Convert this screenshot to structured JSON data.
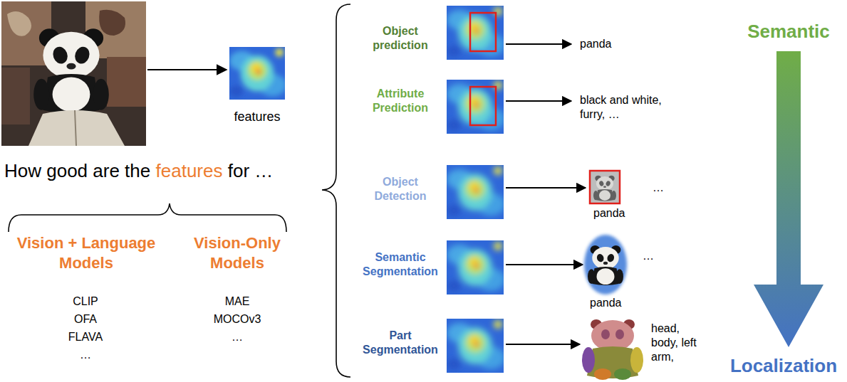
{
  "diagram": {
    "labels": [
      "features",
      "How good are the",
      "features",
      "for …",
      "Vision + Language Models",
      "Vision-Only Models",
      "CLIP",
      "OFA",
      "FLAVA",
      "…",
      "MAE",
      "MOCOv3",
      "…",
      "Object prediction",
      "panda",
      "Attribute Prediction",
      "black and white, furry, …",
      "Object Detection",
      "…",
      "panda",
      "Semantic Segmentation",
      "…",
      "panda",
      "Part Segmentation",
      "head, body, left arm,",
      "Semantic",
      "Localization"
    ]
  }
}
